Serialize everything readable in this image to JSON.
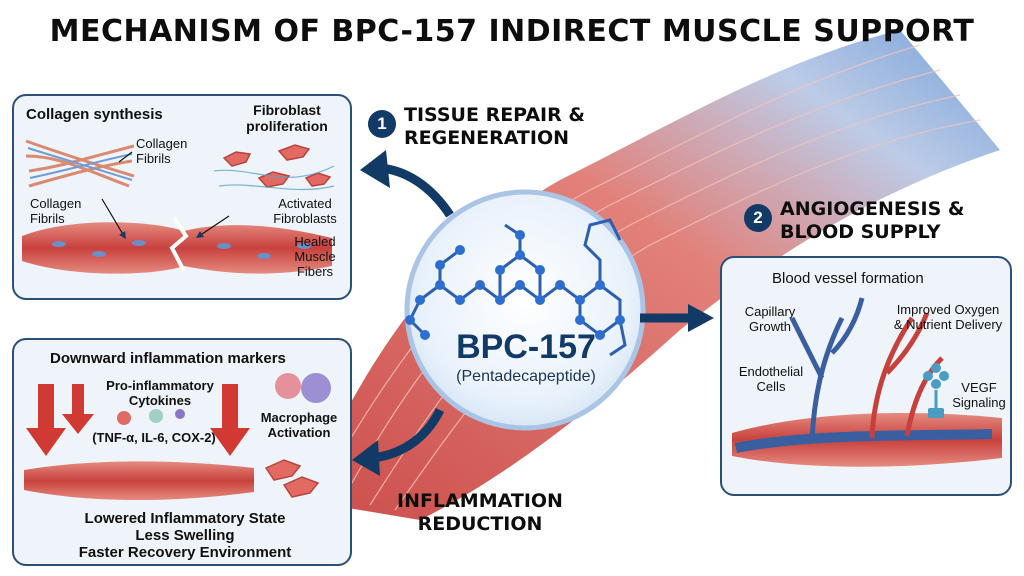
{
  "title": "MECHANISM OF BPC-157 INDIRECT MUSCLE SUPPORT",
  "center": {
    "name": "BPC-157",
    "subtitle": "(Pentadecapeptide)"
  },
  "steps": [
    {
      "number": "1",
      "title_line1": "TISSUE REPAIR &",
      "title_line2": "REGENERATION"
    },
    {
      "number": "2",
      "title_line1": "ANGIOGENESIS &",
      "title_line2": "BLOOD SUPPLY"
    },
    {
      "title_line1": "INFLAMMATION",
      "title_line2": "REDUCTION"
    }
  ],
  "repair_panel": {
    "heading_left": "Collagen synthesis",
    "heading_right_line1": "Fibroblast",
    "heading_right_line2": "proliferation",
    "label_collagen_top_1": "Collagen",
    "label_collagen_top_2": "Fibrils",
    "label_collagen_left_1": "Collagen",
    "label_collagen_left_2": "Fibrils",
    "label_activated_1": "Activated",
    "label_activated_2": "Fibroblasts",
    "label_healed_1": "Healed",
    "label_healed_2": "Muscle",
    "label_healed_3": "Fibers"
  },
  "angio_panel": {
    "heading": "Blood vessel formation",
    "capillary_1": "Capillary",
    "capillary_2": "Growth",
    "oxygen_1": "Improved Oxygen",
    "oxygen_2": "& Nutrient Delivery",
    "endothelial_1": "Endothelial",
    "endothelial_2": "Cells",
    "vegf_1": "VEGF",
    "vegf_2": "Signaling"
  },
  "inflam_panel": {
    "heading": "Downward inflammation markers",
    "cytokines_1": "Pro-inflammatory",
    "cytokines_2": "Cytokines",
    "cytokine_list": "(TNF-α, IL-6, COX-2)",
    "macrophage_1": "Macrophage",
    "macrophage_2": "Activation",
    "outcome_1": "Lowered Inflammatory State",
    "outcome_2": "Less Swelling",
    "outcome_3": "Faster Recovery Environment"
  },
  "colors": {
    "navy": "#123a66",
    "panel_bg": "#eef4fa",
    "panel_border": "#2c4f78",
    "muscle_red": "#d2504c",
    "vessel_blue": "#3a5fa0",
    "arrow_red": "#d03a33"
  }
}
